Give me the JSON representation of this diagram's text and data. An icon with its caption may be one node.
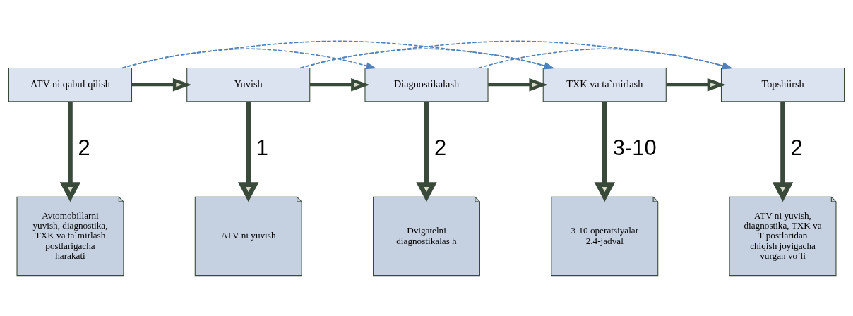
{
  "diagram": {
    "nodes": [
      {
        "text": [
          "ATV ni qabul qilish"
        ]
      },
      {
        "text": [
          "Yuvish"
        ]
      },
      {
        "text": [
          "Diagnostikalash"
        ]
      },
      {
        "text": [
          "TXK va ta`mirlash"
        ]
      },
      {
        "text": [
          "Topshiirsh"
        ]
      },
      {
        "text": [
          "Avtomobillarni yuvish, diagnostika, TXK va ta`mirlash postlarigacha harakati"
        ]
      },
      {
        "text": [
          "ATV ni yuvish"
        ]
      },
      {
        "text": [
          "Dvigatelni diagnostikalas h"
        ]
      },
      {
        "text": [
          "3-10 operatsiyalar 2.4-jadval"
        ]
      },
      {
        "text": [
          "ATV ni yuvish, diagnostika, TXK va T postlaridan chiqish joyigacha vurgan vo`li"
        ]
      }
    ],
    "edges": [
      {
        "from": 0,
        "to": 1,
        "arrow": "to"
      },
      {
        "from": 1,
        "to": 2,
        "arrow": "to"
      },
      {
        "from": 2,
        "to": 3,
        "arrow": "to"
      },
      {
        "from": 3,
        "to": 4,
        "arrow": "to"
      },
      {
        "from": 0,
        "to": 5,
        "arrow": "to",
        "label": "2"
      },
      {
        "from": 1,
        "to": 6,
        "arrow": "to",
        "label": "1"
      },
      {
        "from": 2,
        "to": 7,
        "arrow": "to",
        "label": "2"
      },
      {
        "from": 3,
        "to": 8,
        "arrow": "to",
        "label": "3-10"
      },
      {
        "from": 4,
        "to": 9,
        "arrow": "to",
        "label": "2"
      },
      {
        "from": 0,
        "to": 3,
        "arrow": "to",
        "style": "dashed",
        "color": "#4f81bd"
      },
      {
        "from": 0,
        "to": 2,
        "arrow": "to",
        "style": "dashed",
        "color": "#4f81bd"
      },
      {
        "from": 1,
        "to": 4,
        "arrow": "to",
        "style": "dashed",
        "color": "#4f81bd"
      },
      {
        "from": 1,
        "to": 3,
        "arrow": "to",
        "style": "dashed",
        "color": "#4f81bd"
      },
      {
        "from": 2,
        "to": 4,
        "arrow": "to",
        "style": "dashed",
        "color": "#4f81bd"
      }
    ]
  }
}
